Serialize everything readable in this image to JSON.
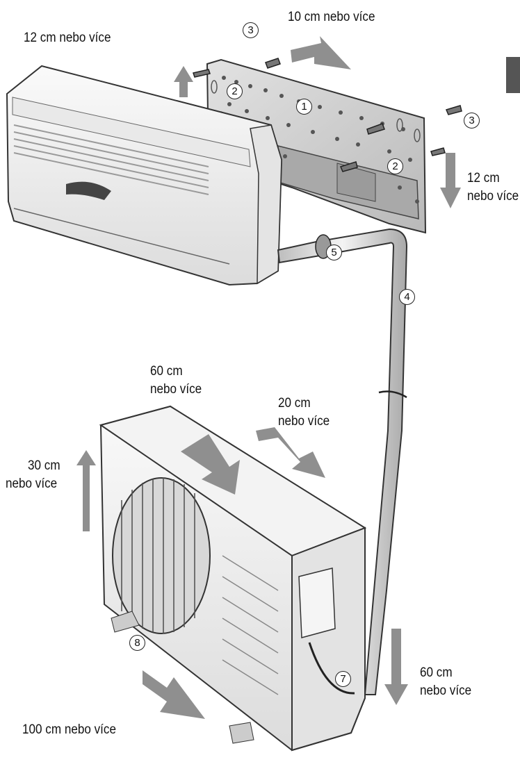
{
  "labels": {
    "top_center": "10 cm nebo více",
    "top_left": "12 cm nebo více",
    "right_line1": "12 cm",
    "right_line2": "nebo více",
    "outdoor_top_line1": "60 cm",
    "outdoor_top_line2": "nebo více",
    "outdoor_right_top_line1": "20 cm",
    "outdoor_right_top_line2": "nebo více",
    "left_line1": "30 cm",
    "left_line2": "nebo více",
    "bottom_right_line1": "60 cm",
    "bottom_right_line2": "nebo více",
    "bottom_left": "100 cm nebo více"
  },
  "callouts": {
    "c1": "1",
    "c2a": "2",
    "c2b": "2",
    "c3a": "3",
    "c3b": "3",
    "c4": "4",
    "c5": "5",
    "c7": "7",
    "c8": "8"
  },
  "colors": {
    "arrow": "#8f8f8f",
    "unit_body": "#efefef",
    "plate": "#cfcfcf",
    "outline": "#333333"
  }
}
